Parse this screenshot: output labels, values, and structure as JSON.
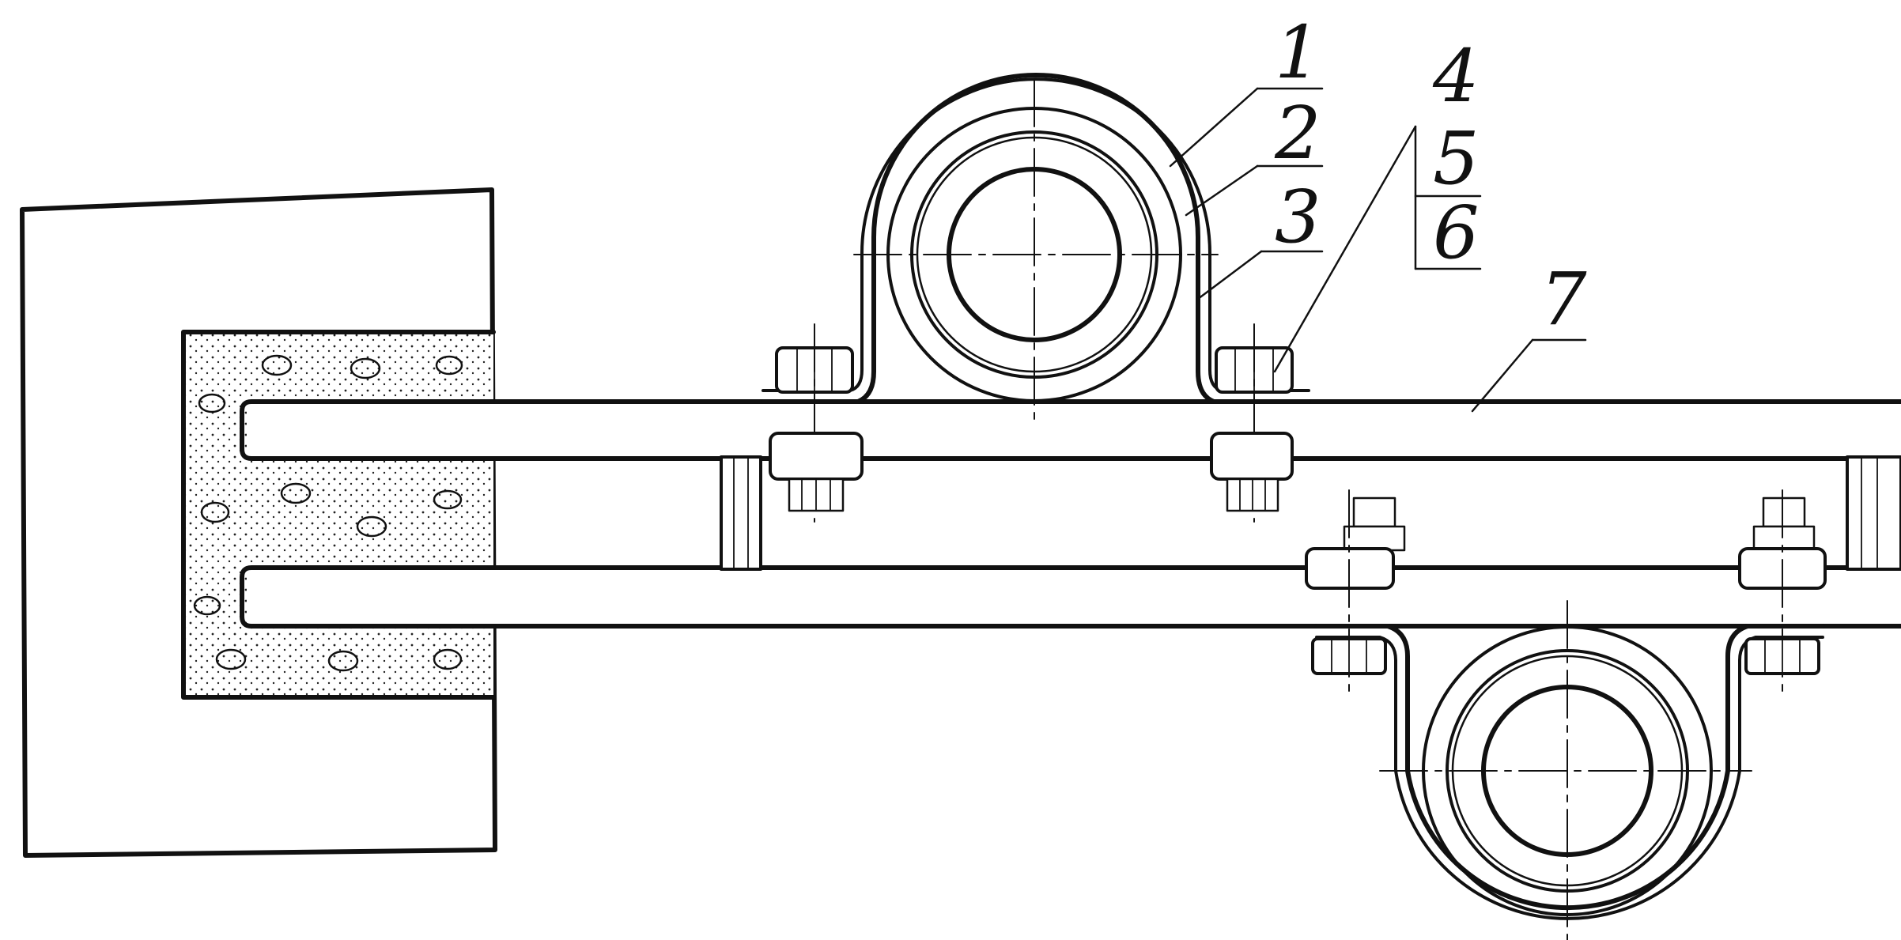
{
  "diagram": {
    "labels": [
      {
        "id": "1",
        "text": "1"
      },
      {
        "id": "2",
        "text": "2"
      },
      {
        "id": "3",
        "text": "3"
      },
      {
        "id": "4",
        "text": "4"
      },
      {
        "id": "5",
        "text": "5"
      },
      {
        "id": "6",
        "text": "6"
      },
      {
        "id": "7",
        "text": "7"
      }
    ]
  }
}
